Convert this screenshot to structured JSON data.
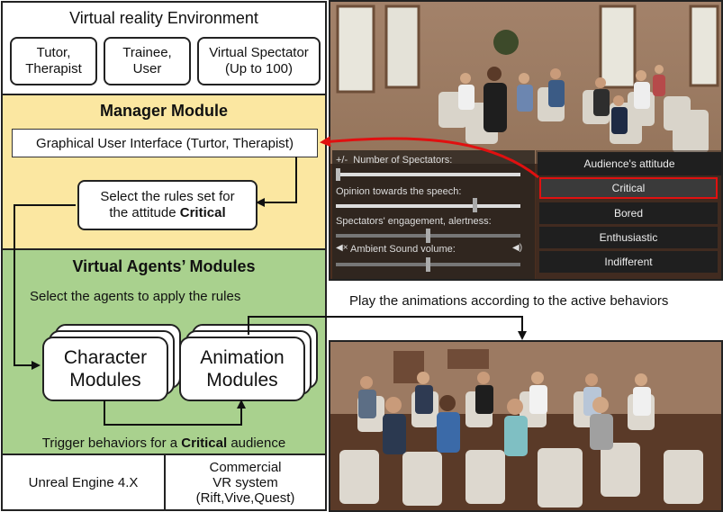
{
  "vr_environment": {
    "title": "Virtual reality Environment",
    "roles": [
      {
        "line1": "Tutor,",
        "line2": "Therapist"
      },
      {
        "line1": "Trainee,",
        "line2": "User"
      },
      {
        "line1": "Virtual Spectator",
        "line2": "(Up to 100)"
      }
    ]
  },
  "manager_module": {
    "title": "Manager Module",
    "gui_label": "Graphical User Interface (Turtor, Therapist)",
    "rules_line1": "Select the rules set for",
    "rules_line2": "the attitude ",
    "rules_bold": "Critical"
  },
  "agents_module": {
    "title": "Virtual Agents’ Modules",
    "select_agents": "Select the agents to apply the rules",
    "character_line1": "Character",
    "character_line2": "Modules",
    "animation_line1": "Animation",
    "animation_line2": "Modules",
    "trigger_text": "Trigger behaviors for a ",
    "trigger_bold": "Critical",
    "trigger_suffix": " audience"
  },
  "footer": {
    "engine": "Unreal Engine 4.X",
    "vr_line1": "Commercial",
    "vr_line2": "VR system",
    "vr_line3": "(Rift,Vive,Quest)"
  },
  "play_caption": "Play the animations according to the active behaviors",
  "vr_gui": {
    "sliders": [
      {
        "label": "+/-  Number of Spectators:",
        "level": 0.0
      },
      {
        "label": "Opinion towards the speech:",
        "level": 0.7
      },
      {
        "label": "Spectators' engagement, alertness:",
        "level": 0.45
      },
      {
        "label": "Ambient Sound volume:",
        "level": 0.45
      }
    ],
    "menu_title": "Audience's attitude",
    "menu_options": [
      "Critical",
      "Bored",
      "Enthusiastic",
      "Indifferent"
    ],
    "selected": "Critical"
  },
  "colors": {
    "manager_bg": "#fbe7a1",
    "agents_bg": "#a9d18e",
    "highlight": "#e01010"
  }
}
